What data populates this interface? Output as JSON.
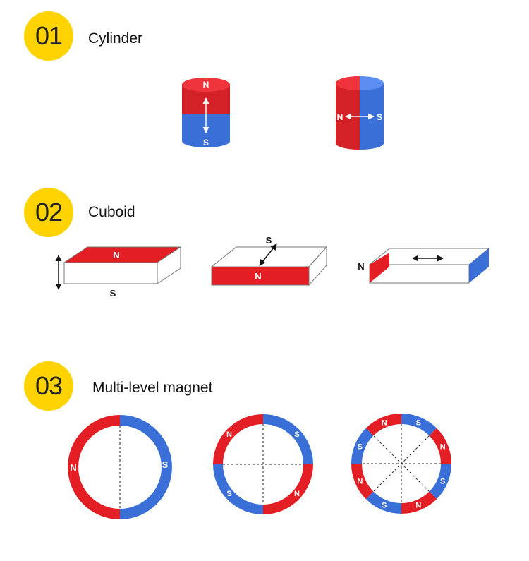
{
  "colors": {
    "north": "#e31e24",
    "south": "#3a6fd8",
    "badge": "#ffd300"
  },
  "sections": [
    {
      "number": "01",
      "title": "Cylinder"
    },
    {
      "number": "02",
      "title": "Cuboid"
    },
    {
      "number": "03",
      "title": "Multi-level magnet"
    }
  ],
  "poles": {
    "north": "N",
    "south": "S"
  }
}
